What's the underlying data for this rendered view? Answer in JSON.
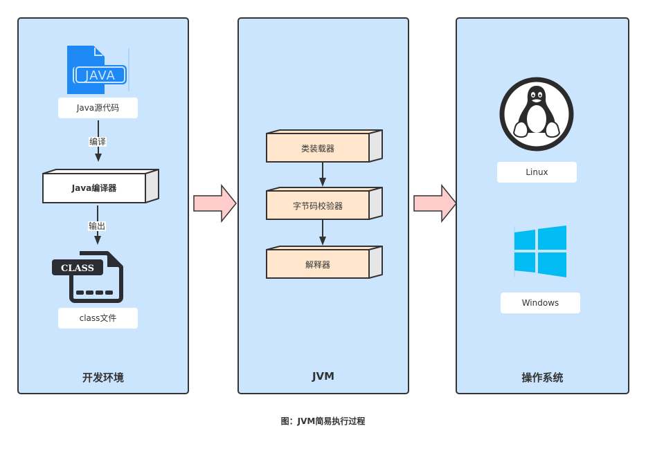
{
  "colors": {
    "panel_fill": "#cce5ff",
    "panel_border": "#333333",
    "jvm_block_fill": "#ffe6cc",
    "compiler_block_fill": "#ffffff",
    "block_side_fill": "#e6e6e6",
    "flow_arrow_fill": "#ffcccc",
    "java_icon": "#1e88f5",
    "windows_icon": "#00bcf2",
    "class_icon": "#2b2d33"
  },
  "panels": {
    "dev": {
      "title": "开发环境",
      "java_icon_text": "JAVA",
      "source_label": "Java源代码",
      "compile_edge_label": "编译",
      "compiler_label": "Java编译器",
      "output_edge_label": "输出",
      "class_icon_text": "CLASS",
      "class_label": "class文件"
    },
    "jvm": {
      "title": "JVM",
      "steps": [
        "类装载器",
        "字节码校验器",
        "解释器"
      ]
    },
    "os": {
      "title": "操作系统",
      "linux_label": "Linux",
      "windows_label": "Windows"
    }
  },
  "caption": "图：JVM简易执行过程"
}
